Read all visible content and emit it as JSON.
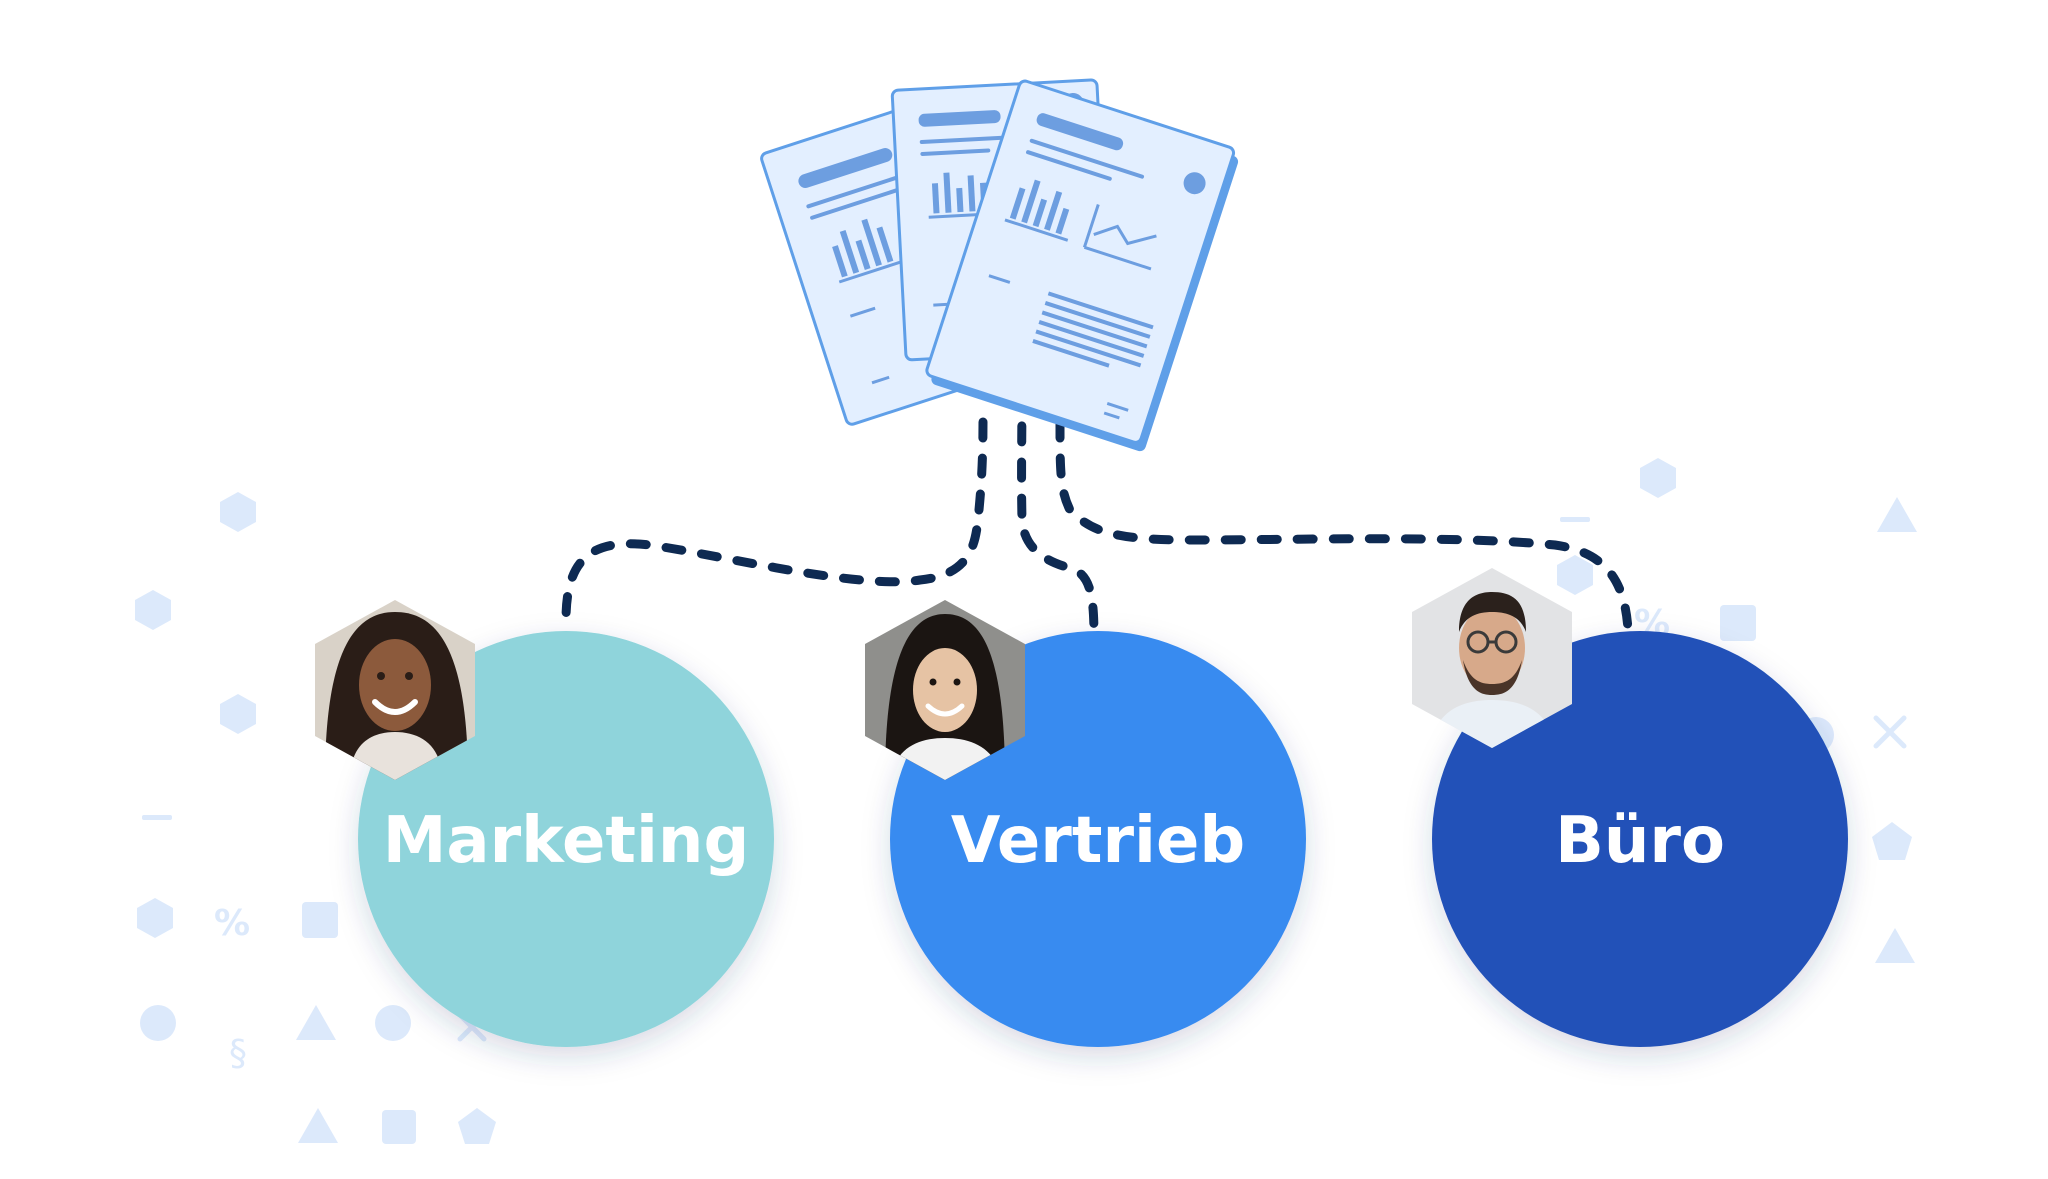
{
  "departments": [
    {
      "label": "Marketing",
      "color": "#8fd4db"
    },
    {
      "label": "Vertrieb",
      "color": "#398bf0"
    },
    {
      "label": "Büro",
      "color": "#2251b8"
    }
  ],
  "colors": {
    "connector": "#0e2a52",
    "document_fill": "#e3efff",
    "document_stroke": "#5f9fe8",
    "document_accent": "#6d9ee0",
    "background_shapes": "#dce9fb"
  },
  "icons": [
    "document-stack-icon",
    "person-avatar-icon",
    "hexagon-icon",
    "triangle-icon",
    "square-icon",
    "pentagon-icon",
    "percent-icon",
    "section-sign-icon",
    "cross-icon",
    "dash-icon"
  ]
}
